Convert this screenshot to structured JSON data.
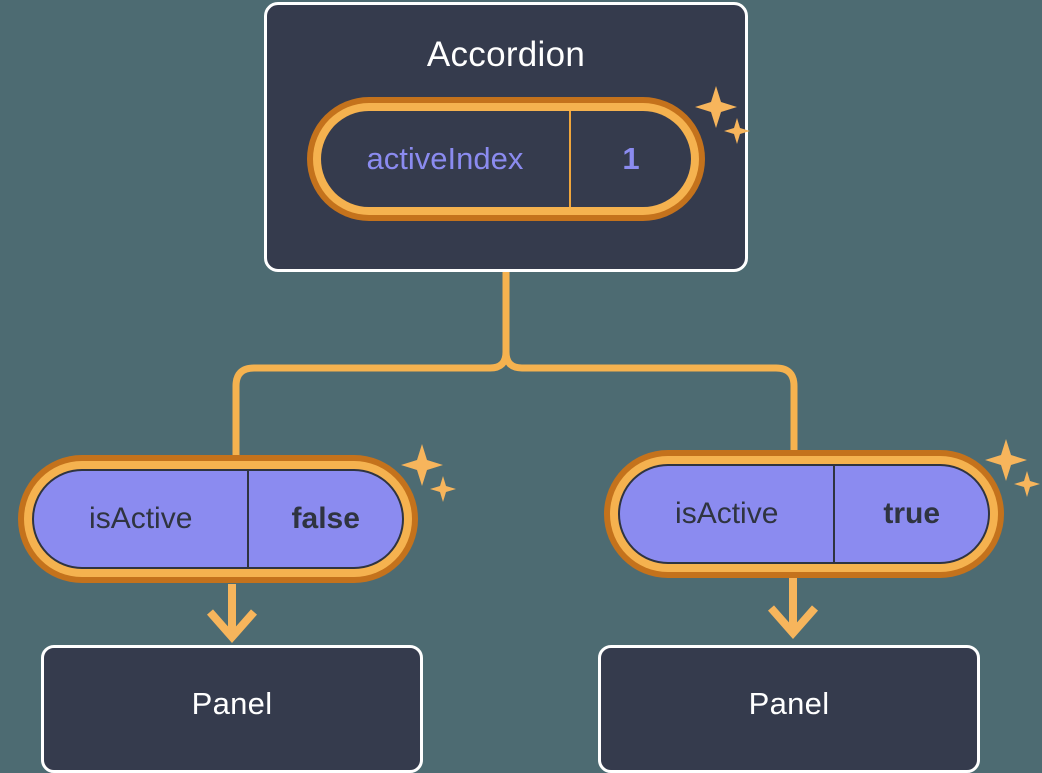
{
  "background_color": "#4d6b72",
  "palette": {
    "card_fill": "#353b4d",
    "card_border": "#ffffff",
    "ring_outer": "#c4721c",
    "ring_inner": "#f5b24f",
    "pill_fill": "#8b8bf0",
    "pill_text": "#2f3440",
    "accent_text": "#8b8bf0",
    "connector": "#f5b24f",
    "sparkle": "#f7b55c"
  },
  "diagram": {
    "type": "component-tree",
    "root": {
      "name": "accordion-node",
      "title": "Accordion",
      "state": {
        "key": "activeIndex",
        "value": "1",
        "highlighted": true,
        "sparkle": true
      }
    },
    "branches": [
      {
        "name": "branch-left",
        "state": {
          "key": "isActive",
          "value": "false",
          "highlighted": true,
          "sparkle": true
        },
        "child": {
          "name": "panel-node-left",
          "title": "Panel"
        }
      },
      {
        "name": "branch-right",
        "state": {
          "key": "isActive",
          "value": "true",
          "highlighted": true,
          "sparkle": true
        },
        "child": {
          "name": "panel-node-right",
          "title": "Panel"
        }
      }
    ]
  }
}
